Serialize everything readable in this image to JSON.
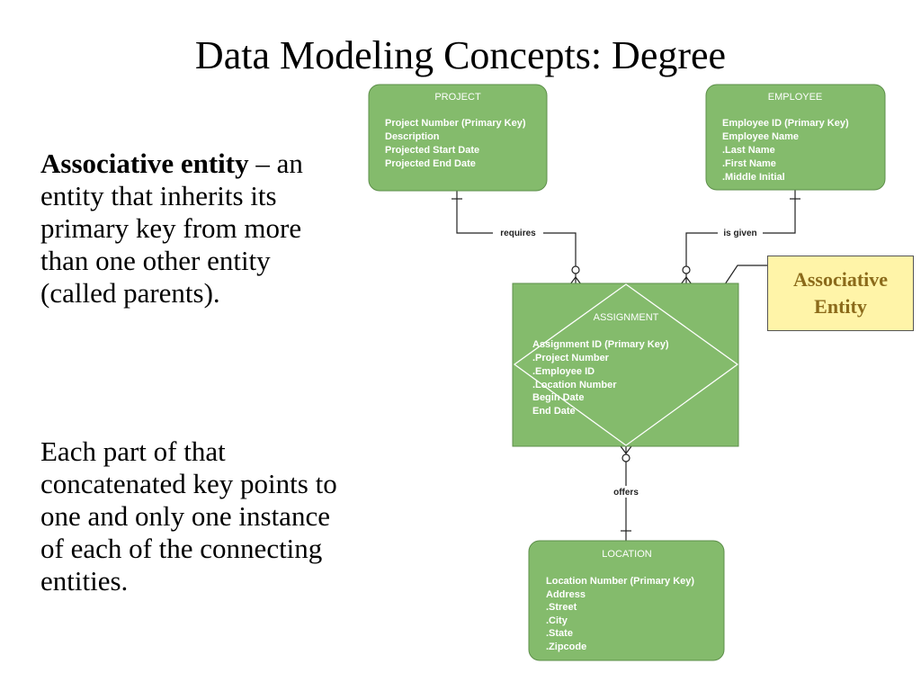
{
  "slide": {
    "title": "Data Modeling Concepts: Degree",
    "paragraph1": {
      "term": "Associative entity",
      "dash": " –",
      "text": " an entity that inherits its primary key from more than one other entity (called parents)."
    },
    "paragraph2": "Each part of that concatenated key points to one and only one instance of each of the connecting entities."
  },
  "diagram": {
    "colors": {
      "entity_fill": "#84bb6c",
      "entity_stroke": "#5d8f4a",
      "line": "#222222",
      "callout_fill": "#fff4a8",
      "callout_text": "#8b6a1a"
    },
    "entities": {
      "project": {
        "name": "PROJECT",
        "attributes": [
          "Project Number (Primary Key)",
          "Description",
          "Projected Start Date",
          "Projected End Date"
        ]
      },
      "employee": {
        "name": "EMPLOYEE",
        "attributes": [
          "Employee ID (Primary Key)",
          "Employee Name",
          ".Last Name",
          ".First Name",
          ".Middle Initial"
        ]
      },
      "assignment": {
        "name": "ASSIGNMENT",
        "attributes": [
          "Assignment ID (Primary Key)",
          ".Project Number",
          ".Employee ID",
          ".Location Number",
          "Begin Date",
          "End Date"
        ]
      },
      "location": {
        "name": "LOCATION",
        "attributes": [
          "Location Number (Primary Key)",
          "Address",
          ".Street",
          ".City",
          ".State",
          ".Zipcode"
        ]
      }
    },
    "relationships": {
      "requires": "requires",
      "is_given": "is given",
      "offers": "offers"
    },
    "callout": "Associative\nEntity"
  }
}
